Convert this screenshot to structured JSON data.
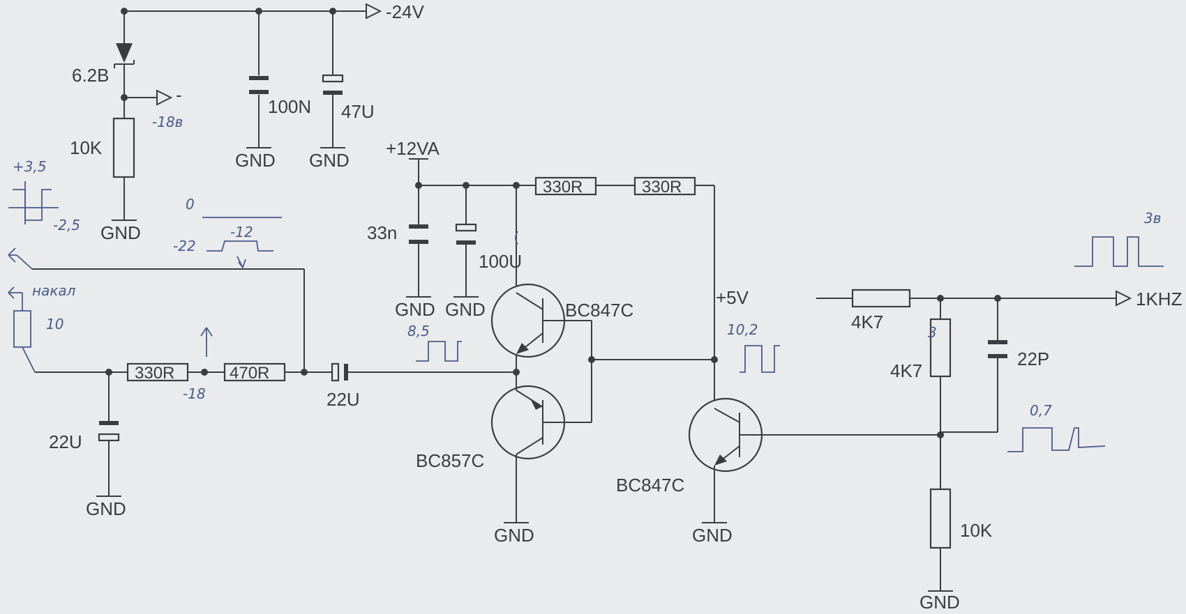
{
  "nets": {
    "neg24": "-24V",
    "p12": "+12VA",
    "p5": "+5V",
    "out": "1KHZ",
    "neg18_port": "-",
    "gnd": "GND"
  },
  "components": {
    "zener": "6.2B",
    "r_10k_top": "10K",
    "c_100n": "100N",
    "c_47u": "47U",
    "c_33n": "33n",
    "c_100u": "100U",
    "r_330_a": "330R",
    "r_330_b": "330R",
    "r_330_c": "330R",
    "r_470": "470R",
    "c_22u_series": "22U",
    "c_22u_gnd": "22U",
    "q1": "BC847C",
    "q2": "BC857C",
    "q3": "BC847C",
    "r_4k7_series": "4K7",
    "r_4k7_shunt": "4K7",
    "c_22p": "22P",
    "r_10k_bottom": "10K"
  },
  "annotations": {
    "neg18b": "-18в",
    "plus35": "+3,5",
    "minus25": "-2,5",
    "zero": "0",
    "minus22": "-22",
    "minus12": "-12",
    "nakal": "накал",
    "ten": "10",
    "minus18": "-18",
    "v85": "8,5",
    "v102": "10,2",
    "v3b": "3в",
    "v07": "0,7",
    "three": "3"
  }
}
